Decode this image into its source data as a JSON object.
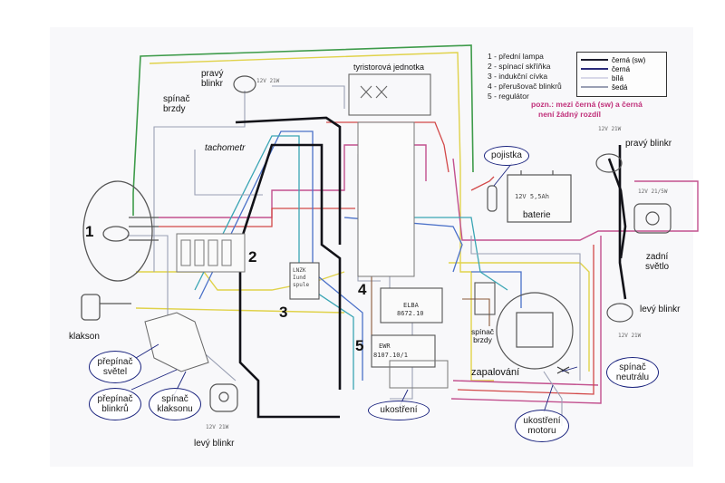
{
  "key_title_list": [
    "1 - přední lampa",
    "2 - spínací skříňka",
    "3 - indukční cívka",
    "4 - přerušovač blinkrů",
    "5 - regulátor"
  ],
  "legend": [
    {
      "label": "černá (sw)",
      "color": "#1c1c2e"
    },
    {
      "label": "černá",
      "color": "#2b2b7a"
    },
    {
      "label": "bílá",
      "color": "#d8d8e8"
    },
    {
      "label": "šedá",
      "color": "#9aa0b4"
    }
  ],
  "note_lines": [
    "pozn.: mezi černá (sw) a černá",
    "není žádný rozdíl"
  ],
  "numbers": {
    "n1": "1",
    "n2": "2",
    "n3": "3",
    "n4": "4",
    "n5": "5"
  },
  "labels": {
    "pravy_blinkr_top": "pravý\nblinkr",
    "spinac_brzdy_top": "spínač\nbrzdy",
    "tachometr": "tachometr",
    "tyristorova": "tyristorová jednotka",
    "pojistka": "pojistka",
    "baterie": "baterie",
    "pravy_blinkr_right": "pravý blinkr",
    "zadni_svetlo": "zadní\nsvětlo",
    "levy_blinkr_right": "levý blinkr",
    "klakson": "klakson",
    "prepinac_svetel": "přepínač\nsvětel",
    "prepinac_blinkru": "přepínač\nblinkrů",
    "spinac_klaksonu": "spínač\nklaksonu",
    "levy_blinkr_bottom": "levý blinkr",
    "ukostreni": "ukostření",
    "zapalovani": "zapalování",
    "spinac_brzdy_mid": "spínač\nbrzdy",
    "spinac_neutralu": "spínač\nneutrálu",
    "ukostreni_motoru": "ukostření\nmotoru"
  },
  "component_text": {
    "bat_rating": "12V 5,5Ah",
    "bulb_12v21w_a": "12V 21W",
    "bulb_12v21w_b": "12V 21W",
    "bulb_12v21w_c": "12V 21W",
    "bulb_12v21w_d": "12V 21W",
    "bulb_12v21_5w": "12V 21/5W",
    "elba": "ELBA",
    "elba_num": "8672.10",
    "ewr": "EWR",
    "ewr_num": "8107.10/1",
    "coil_text": "LNZK\nIund\nspule"
  },
  "colors": {
    "green": "#3e9b4a",
    "yellow": "#e0d24a",
    "magenta": "#c2508e",
    "red": "#d24848",
    "blue": "#4a70c8",
    "cyan": "#3aa5b4",
    "black": "#121218",
    "gray": "#9aa0b4",
    "light": "#c9cadd",
    "brown": "#8a5a3a"
  }
}
